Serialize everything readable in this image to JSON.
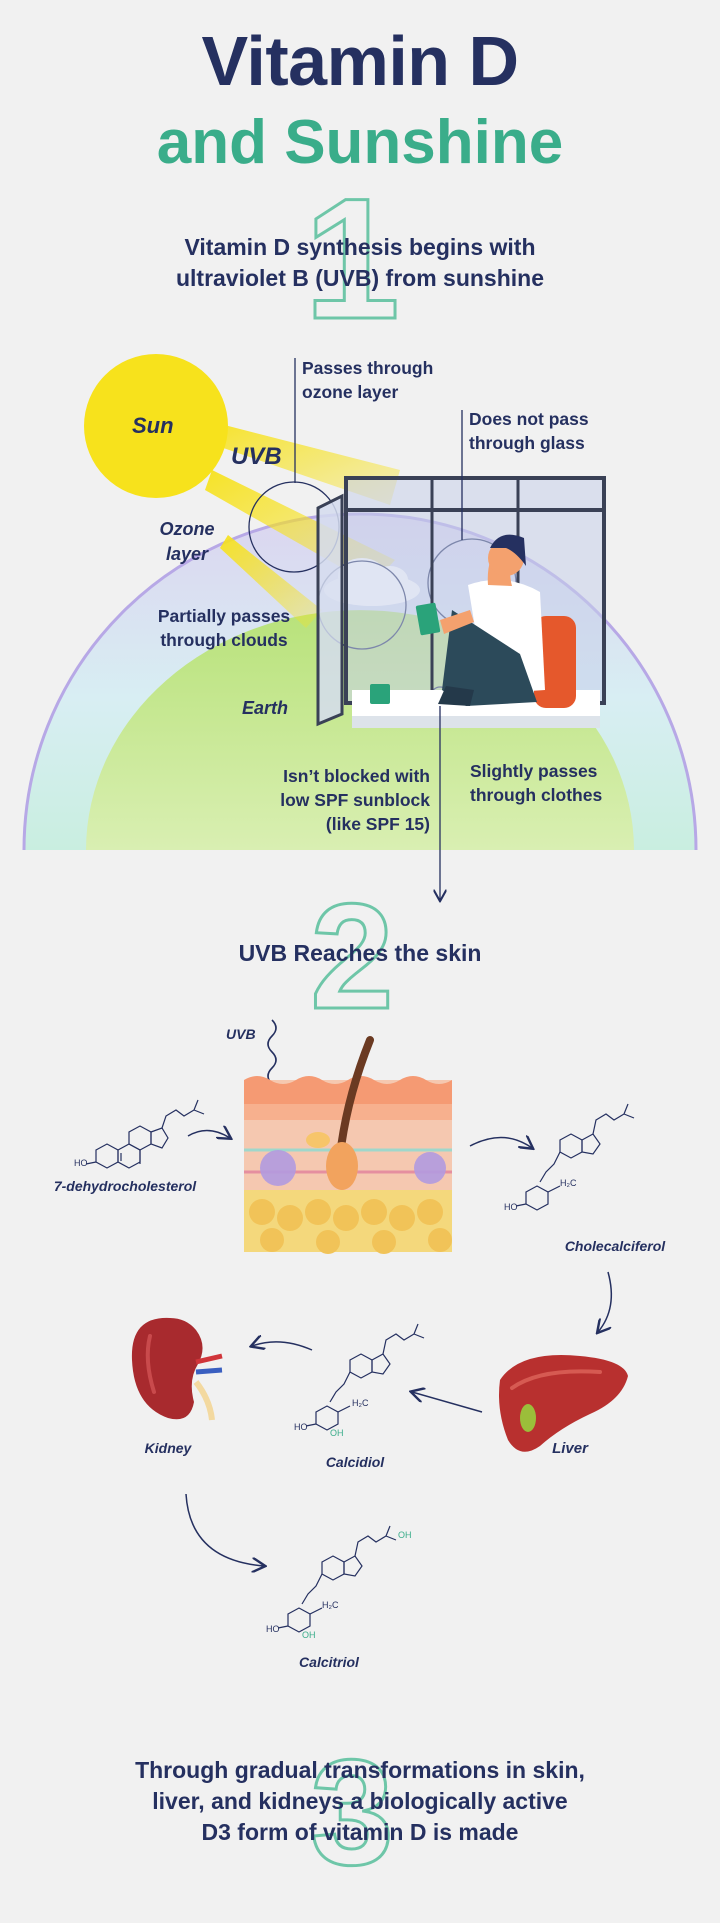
{
  "title": {
    "line1": "Vitamin D",
    "line2": "and Sunshine"
  },
  "steps": [
    {
      "number": "1",
      "text_line1": "Vitamin D synthesis begins with",
      "text_line2": "ultraviolet B (UVB) from sunshine"
    },
    {
      "number": "2",
      "text": "UVB Reaches the skin"
    },
    {
      "number": "3",
      "text_line1": "Through gradual transformations in skin,",
      "text_line2": "liver, and kidneys a biologically active",
      "text_line3": "D3 form of vitamin D is made"
    }
  ],
  "scene1": {
    "sun": "Sun",
    "uvb": "UVB",
    "ozone_line1": "Ozone",
    "ozone_line2": "layer",
    "earth": "Earth",
    "ozone_pass_line1": "Passes through",
    "ozone_pass_line2": "ozone layer",
    "glass_line1": "Does not pass",
    "glass_line2": "through glass",
    "clouds_line1": "Partially passes",
    "clouds_line2": "through clouds",
    "spf_line1": "Isn’t blocked with",
    "spf_line2": "low SPF sunblock",
    "spf_line3": "(like SPF 15)",
    "clothes_line1": "Slightly passes",
    "clothes_line2": "through clothes"
  },
  "scene2": {
    "uvb": "UVB",
    "dehydro": "7-dehydrocholesterol",
    "chole": "Cholecalciferol",
    "liver": "Liver",
    "calcidiol": "Calcidiol",
    "kidney": "Kidney",
    "calcitriol": "Calcitriol",
    "ho": "HO",
    "h2c": "H₂C",
    "oh": "OH"
  },
  "colors": {
    "navy": "#253060",
    "teal": "#3aad8a",
    "sun": "#f7e21c",
    "liver": "#b8302f",
    "kidney": "#a82a2e",
    "skin": "#f2b69c"
  }
}
